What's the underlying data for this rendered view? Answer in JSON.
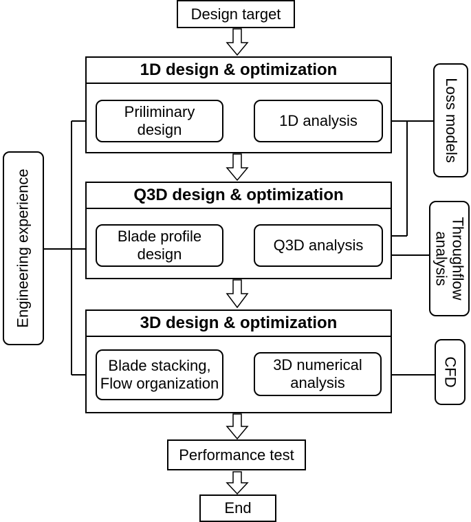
{
  "design_target": "Design target",
  "stages": {
    "d1": {
      "title": "1D design & optimization",
      "left_line1": "Priliminary",
      "left_line2": "design",
      "right_line1": "1D analysis"
    },
    "q3d": {
      "title": "Q3D design & optimization",
      "left_line1": "Blade profile",
      "left_line2": "design",
      "right_line1": "Q3D analysis"
    },
    "d3": {
      "title": "3D design & optimization",
      "left_line1": "Blade stacking,",
      "left_line2": "Flow organization",
      "right_line1": "3D numerical",
      "right_line2": "analysis"
    }
  },
  "inputs": {
    "engineering_experience": "Engineering experience",
    "loss_models": "Loss models",
    "throughflow_line1": "Throughflow",
    "throughflow_line2": "analysis",
    "cfd": "CFD"
  },
  "performance_test": "Performance test",
  "end": "End"
}
